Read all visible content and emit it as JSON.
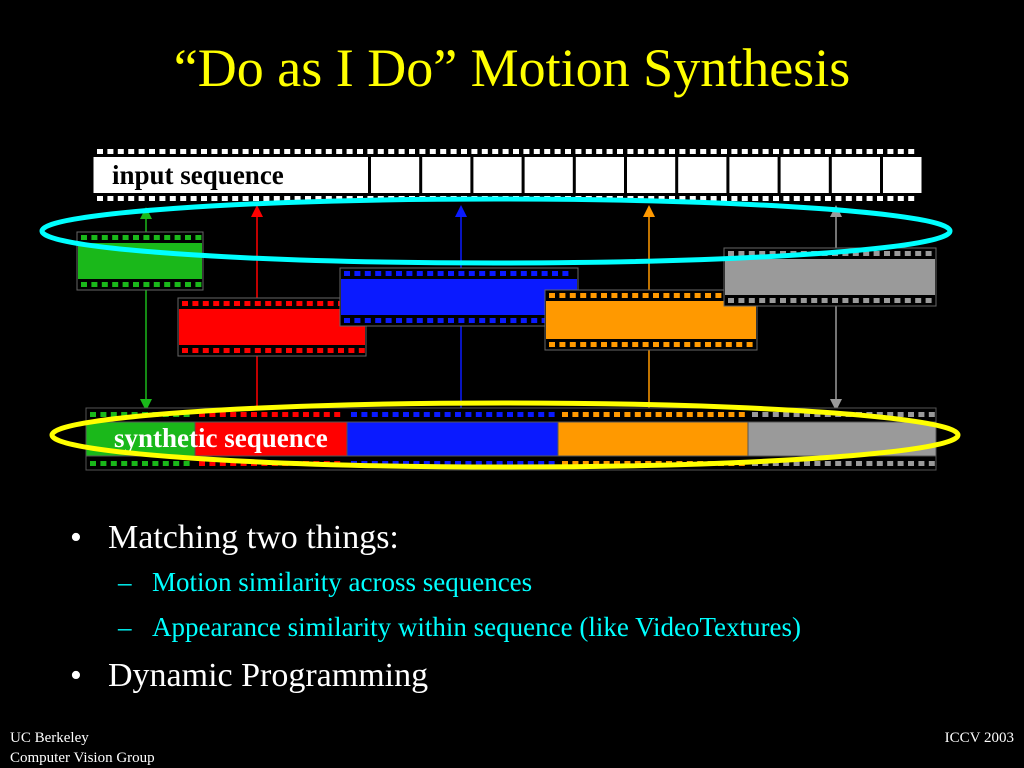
{
  "slide": {
    "title": "“Do as I Do” Motion Synthesis",
    "footer_left": [
      "UC Berkeley",
      "Computer Vision Group"
    ],
    "footer_right": "ICCV 2003"
  },
  "colors": {
    "background": "#000000",
    "title": "#ffff00",
    "text": "#ffffff",
    "sub_bullet": "#00ffff",
    "ellipse_input": "#00ffff",
    "ellipse_synthetic": "#ffff00",
    "green": "#1ab81a",
    "red": "#ff0000",
    "blue": "#0a1aff",
    "orange": "#ff9900",
    "gray": "#9a9a9a"
  },
  "diagram": {
    "input_label": "input sequence",
    "synthetic_label": "synthetic sequence",
    "clips": [
      {
        "name": "green",
        "color": "#1ab81a"
      },
      {
        "name": "red",
        "color": "#ff0000"
      },
      {
        "name": "blue",
        "color": "#0a1aff"
      },
      {
        "name": "orange",
        "color": "#ff9900"
      },
      {
        "name": "gray",
        "color": "#9a9a9a"
      }
    ]
  },
  "bullets": [
    {
      "text": "Matching two things:",
      "marker": "•",
      "sub": [
        {
          "text": "Motion similarity across sequences",
          "marker": "–"
        },
        {
          "text": "Appearance similarity within sequence (like VideoTextures)",
          "marker": "–"
        }
      ]
    },
    {
      "text": "Dynamic Programming",
      "marker": "•",
      "sub": []
    }
  ]
}
